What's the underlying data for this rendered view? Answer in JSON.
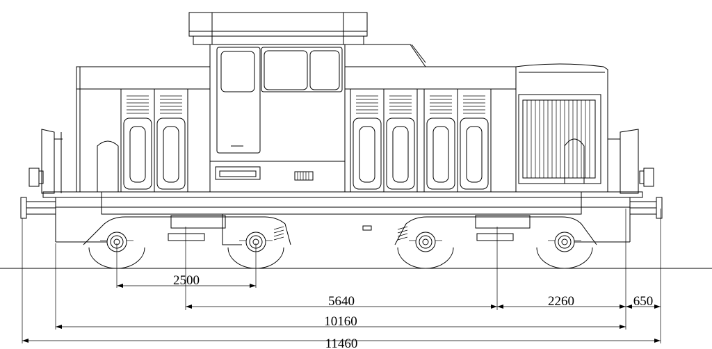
{
  "drawing": {
    "subject": "Diesel shunting locomotive, side elevation with dimensions",
    "units": "mm"
  },
  "dimensions": {
    "bogie_wheelbase": "2500",
    "bogie_pivot_distance": "5640",
    "pivot_to_buffer_beam": "2260",
    "buffer_length": "650",
    "length_over_beams": "10160",
    "length_over_buffers": "11460"
  }
}
